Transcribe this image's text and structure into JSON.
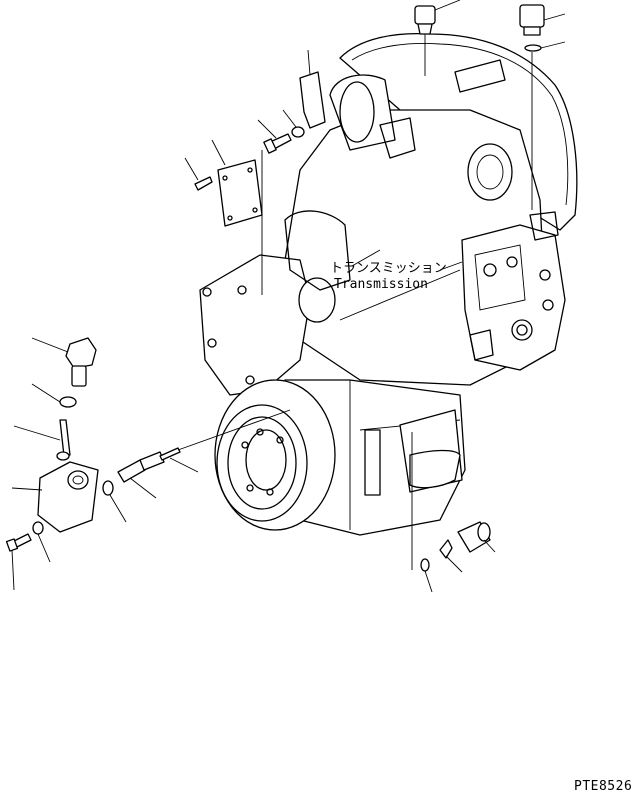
{
  "diagram": {
    "label_jp": "トランスミッション",
    "label_en": "Transmission",
    "figure_code": "PTE8526"
  }
}
